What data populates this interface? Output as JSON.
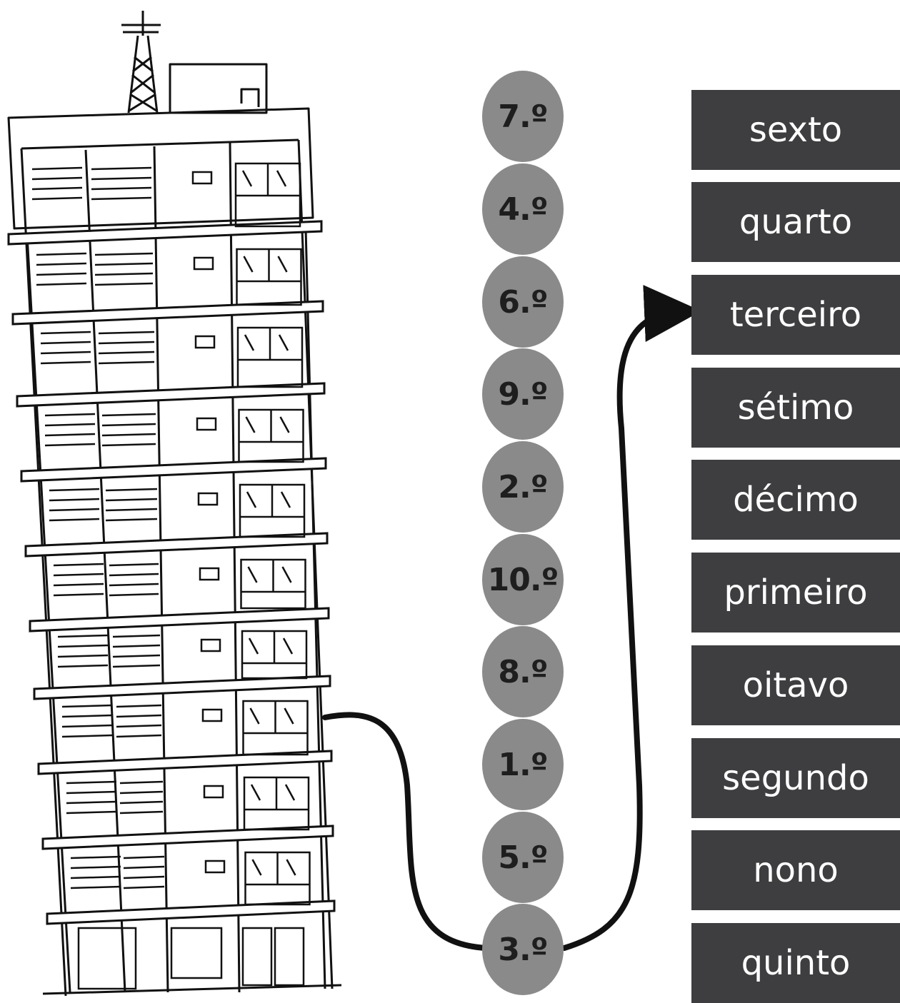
{
  "ordinal_numbers": [
    "7.º",
    "4.º",
    "6.º",
    "9.º",
    "2.º",
    "10.º",
    "8.º",
    "1.º",
    "5.º",
    "3.º"
  ],
  "ordinal_words": [
    "sexto",
    "quarto",
    "terceiro",
    "sétimo",
    "décimo",
    "primeiro",
    "oitavo",
    "segundo",
    "nono",
    "quinto"
  ],
  "example": {
    "floor": "3.º",
    "word": "terceiro"
  }
}
